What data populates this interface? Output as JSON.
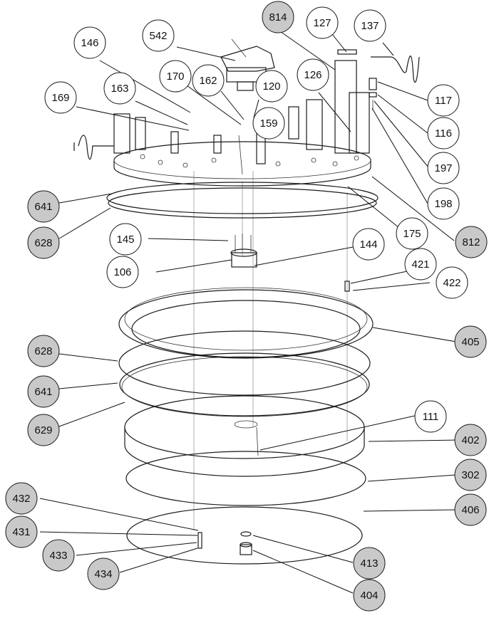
{
  "colors": {
    "callout_white": "#ffffff",
    "callout_gray": "#c9c9c9",
    "outline": "#1a1a1a"
  },
  "callouts": [
    {
      "id": "814",
      "label": "814",
      "style": "gray"
    },
    {
      "id": "127",
      "label": "127",
      "style": "white"
    },
    {
      "id": "137",
      "label": "137",
      "style": "white"
    },
    {
      "id": "146",
      "label": "146",
      "style": "white"
    },
    {
      "id": "542",
      "label": "542",
      "style": "white"
    },
    {
      "id": "170",
      "label": "170",
      "style": "white"
    },
    {
      "id": "162",
      "label": "162",
      "style": "white"
    },
    {
      "id": "163",
      "label": "163",
      "style": "white"
    },
    {
      "id": "120",
      "label": "120",
      "style": "white"
    },
    {
      "id": "126",
      "label": "126",
      "style": "white"
    },
    {
      "id": "169",
      "label": "169",
      "style": "white"
    },
    {
      "id": "159",
      "label": "159",
      "style": "white"
    },
    {
      "id": "117",
      "label": "117",
      "style": "white"
    },
    {
      "id": "116",
      "label": "116",
      "style": "white"
    },
    {
      "id": "197",
      "label": "197",
      "style": "white"
    },
    {
      "id": "198",
      "label": "198",
      "style": "white"
    },
    {
      "id": "641a",
      "label": "641",
      "style": "gray"
    },
    {
      "id": "628a",
      "label": "628",
      "style": "gray"
    },
    {
      "id": "175",
      "label": "175",
      "style": "white"
    },
    {
      "id": "812",
      "label": "812",
      "style": "gray"
    },
    {
      "id": "145",
      "label": "145",
      "style": "white"
    },
    {
      "id": "144",
      "label": "144",
      "style": "white"
    },
    {
      "id": "106",
      "label": "106",
      "style": "white"
    },
    {
      "id": "421",
      "label": "421",
      "style": "white"
    },
    {
      "id": "422",
      "label": "422",
      "style": "white"
    },
    {
      "id": "405",
      "label": "405",
      "style": "gray"
    },
    {
      "id": "628b",
      "label": "628",
      "style": "gray"
    },
    {
      "id": "641b",
      "label": "641",
      "style": "gray"
    },
    {
      "id": "629",
      "label": "629",
      "style": "gray"
    },
    {
      "id": "111",
      "label": "111",
      "style": "white"
    },
    {
      "id": "402",
      "label": "402",
      "style": "gray"
    },
    {
      "id": "302",
      "label": "302",
      "style": "gray"
    },
    {
      "id": "432",
      "label": "432",
      "style": "gray"
    },
    {
      "id": "406",
      "label": "406",
      "style": "gray"
    },
    {
      "id": "431",
      "label": "431",
      "style": "gray"
    },
    {
      "id": "433",
      "label": "433",
      "style": "gray"
    },
    {
      "id": "413",
      "label": "413",
      "style": "gray"
    },
    {
      "id": "434",
      "label": "434",
      "style": "gray"
    },
    {
      "id": "404",
      "label": "404",
      "style": "gray"
    }
  ]
}
